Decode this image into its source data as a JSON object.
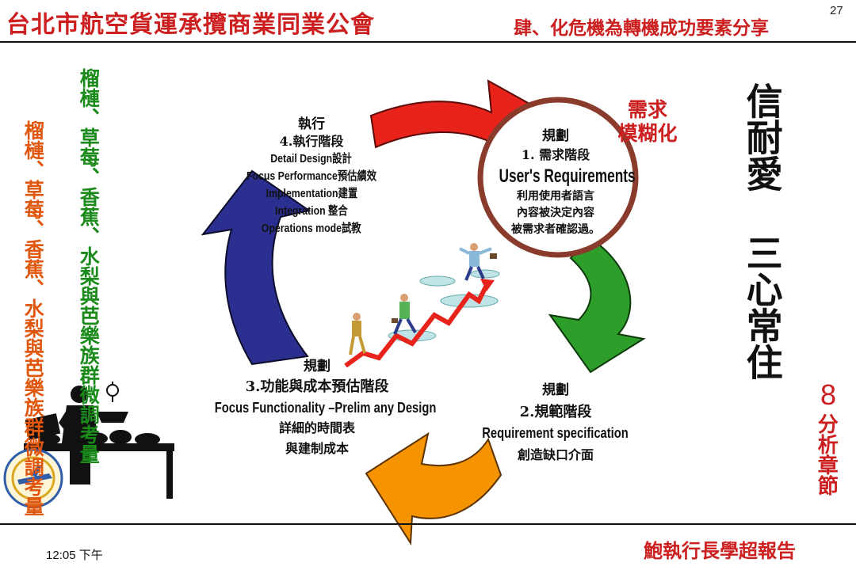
{
  "header": {
    "title_left": "台北市航空貨運承攬商業同業公會",
    "title_right": "肆、化危機為轉機成功要素分享",
    "page_number": "27"
  },
  "sidebar_left": {
    "text_green": "榴槤、草莓、香蕉、水梨與芭樂族群微調考量",
    "text_orange": "榴槤、草莓、香蕉、水梨與芭樂族群微調考量"
  },
  "annotation_need": {
    "line1": "需求",
    "line2": "模糊化"
  },
  "motto": {
    "col1": "信耐愛",
    "col2": "三心常住"
  },
  "chapter": {
    "number": "8",
    "label": "分析章節"
  },
  "stages": {
    "stage4": {
      "title": "執行",
      "phase": "4.執行階段",
      "items": [
        "Detail Design設計",
        "Focus Performance預估績效",
        "Implementation建置",
        "Integration 整合",
        "Operations mode試教"
      ]
    },
    "stage1": {
      "title": "規劃",
      "phase": "1. 需求階段",
      "english": "User's Requirements",
      "desc": [
        "利用使用者語言",
        "內容被決定內容",
        "被需求者確認過。"
      ]
    },
    "stage3": {
      "title": "規劃",
      "phase": "3.功能與成本預估階段",
      "english": "Focus Functionality –Prelim any Design",
      "desc": [
        "詳細的時間表",
        "與建制成本"
      ]
    },
    "stage2": {
      "title": "規劃",
      "phase": "2.規範階段",
      "english": "Requirement specification",
      "desc": "創造缺口介面"
    }
  },
  "footer": {
    "presenter": "鮑執行長學超報告",
    "time": "12:05 下午"
  },
  "colors": {
    "title_red": "#cc1f1f",
    "arrow_red": "#e8231b",
    "arrow_green": "#2e9e2a",
    "arrow_orange": "#f59300",
    "arrow_blue": "#2b2f8f",
    "circle_border": "#8a3b2b",
    "text_green": "#1a8a1a",
    "text_orange": "#e0570f"
  },
  "icons": {
    "graphic_climbers": "business-people-climbing-graph",
    "graphic_vendor": "fruit-vendor-silhouette",
    "logo": "association-logo-seal"
  }
}
